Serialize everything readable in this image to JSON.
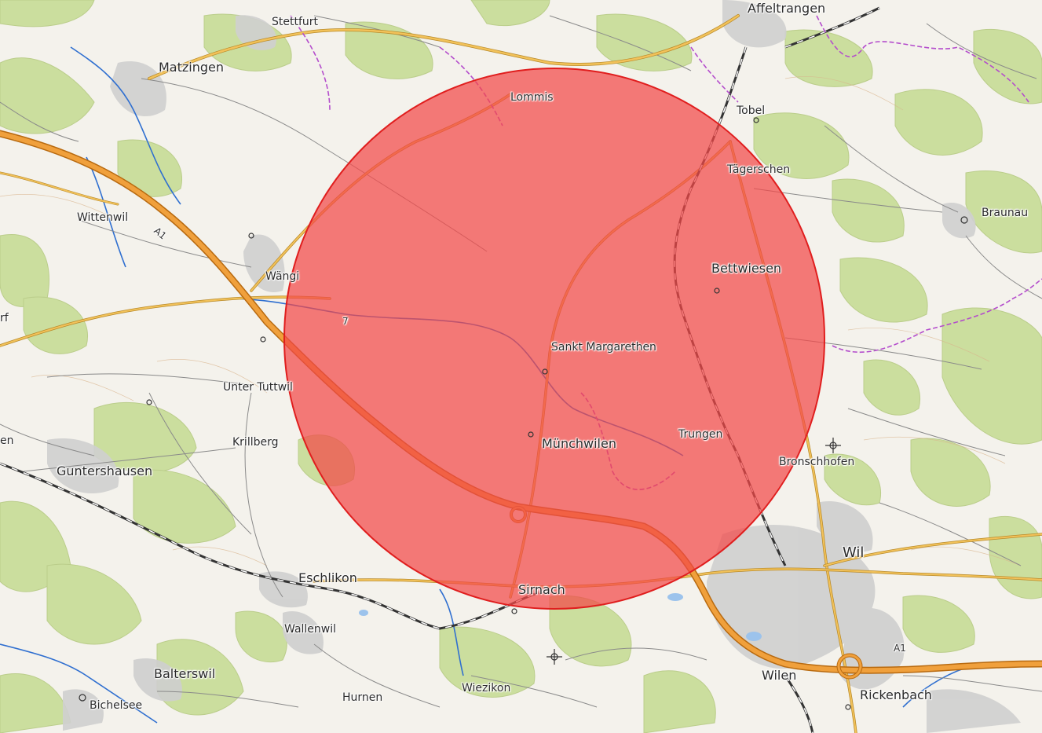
{
  "map": {
    "places": {
      "affeltrangen": "Affeltrangen",
      "stettfurt": "Stettfurt",
      "matzingen": "Matzingen",
      "lommis": "Lommis",
      "tobel": "Tobel",
      "tagerschen": "Tägerschen",
      "braunau": "Braunau",
      "wittenwil": "Wittenwil",
      "wangi": "Wängi",
      "bettwiesen": "Bettwiesen",
      "sankt_margarethen": "Sankt Margarethen",
      "unter_tuttwil": "Unter Tuttwil",
      "krillberg": "Krillberg",
      "munchwilen": "Münchwilen",
      "trungen": "Trungen",
      "bronschhofen": "Bronschhofen",
      "guntershausen": "Guntershausen",
      "wil": "Wil",
      "eschlikon": "Eschlikon",
      "sirnach": "Sirnach",
      "wallenwil": "Wallenwil",
      "balterswil": "Balterswil",
      "wilen": "Wilen",
      "hurnen": "Hurnen",
      "wiezikon": "Wiezikon",
      "rickenbach": "Rickenbach",
      "bichelsee": "Bichelsee",
      "edge_left_1": "rf",
      "edge_left_2": "en"
    },
    "road_labels": {
      "a1_west": "A1",
      "a1_east": "A1",
      "route_7": "7"
    },
    "radius_overlay": {
      "fill_color": "#f24848",
      "fill_opacity": 0.72,
      "stroke_color": "#e01e1e"
    },
    "colors": {
      "background": "#f4f2ec",
      "forest": "#c9dd9a",
      "motorway": "#f0a03c",
      "main_road": "#f2c25a",
      "minor_road": "#8a8a8a",
      "railway": "#333333",
      "water": "#2f6fd0",
      "boundary": "#b44dcc",
      "built_up": "#cfcfcf"
    }
  }
}
